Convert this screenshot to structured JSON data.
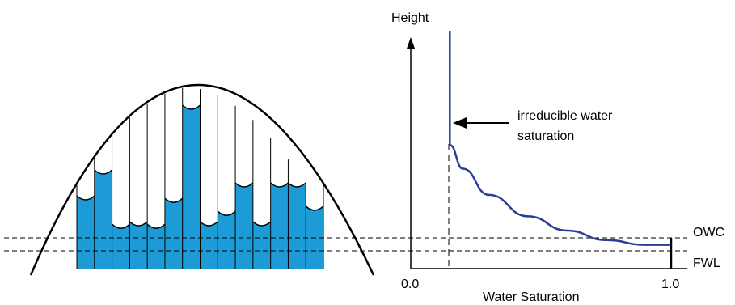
{
  "colors": {
    "water": "#1c9bd7",
    "curve": "#2a3d94",
    "line": "#000000",
    "tube": "#ffffff"
  },
  "labels": {
    "y_axis": "Height",
    "x_axis": "Water Saturation",
    "x_min": "0.0",
    "x_max": "1.0",
    "annotation_line1": "irreducible water",
    "annotation_line2": "saturation",
    "owc": "OWC",
    "fwl": "FWL"
  },
  "chart_data": {
    "type": "line",
    "title": "",
    "xlabel": "Water Saturation",
    "ylabel": "Height",
    "x_ticks": [
      "0.0",
      "1.0"
    ],
    "xlim": [
      0.0,
      1.0
    ],
    "irreducible_water_saturation": 0.15,
    "series": [
      {
        "values": [
          {
            "x": 0.15,
            "y": 1.0
          },
          {
            "x": 0.15,
            "y": 0.52
          },
          {
            "x": 0.2,
            "y": 0.42
          },
          {
            "x": 0.3,
            "y": 0.31
          },
          {
            "x": 0.45,
            "y": 0.22
          },
          {
            "x": 0.6,
            "y": 0.16
          },
          {
            "x": 0.75,
            "y": 0.12
          },
          {
            "x": 0.9,
            "y": 0.1
          },
          {
            "x": 1.0,
            "y": 0.1
          }
        ]
      }
    ],
    "reference_levels": [
      "OWC",
      "FWL"
    ]
  },
  "capillary_tubes": {
    "count": 14,
    "relative_water_rise": [
      0.3,
      0.5,
      0.08,
      0.1,
      0.08,
      0.28,
      1.0,
      0.1,
      0.18,
      0.4,
      0.1,
      0.4,
      0.4,
      0.22
    ]
  }
}
